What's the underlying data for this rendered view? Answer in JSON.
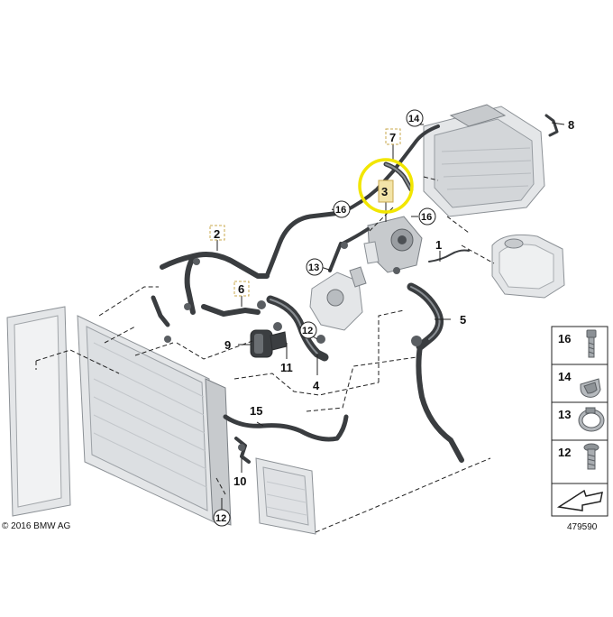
{
  "callouts": {
    "c1": "1",
    "c2": "2",
    "c3": "3",
    "c4": "4",
    "c5": "5",
    "c6": "6",
    "c7": "7",
    "c8": "8",
    "c9": "9",
    "c10": "10",
    "c11": "11",
    "c12a": "12",
    "c12b": "12",
    "c13": "13",
    "c14": "14",
    "c15": "15",
    "c16a": "16",
    "c16b": "16"
  },
  "legend": {
    "items": [
      {
        "number": "16",
        "part": "bolt"
      },
      {
        "number": "14",
        "part": "clip"
      },
      {
        "number": "13",
        "part": "hose-clamp"
      },
      {
        "number": "12",
        "part": "screw"
      }
    ]
  },
  "footer": {
    "copyright": "© 2016 BMW AG",
    "diagram_id": "479590"
  },
  "highlight": {
    "color": "#f2e600",
    "badge_color": "#f3e4a8"
  }
}
